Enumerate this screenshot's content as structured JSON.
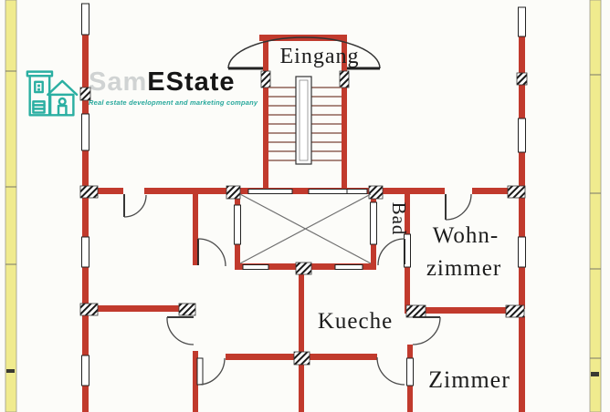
{
  "page": {
    "background": "#fcfcf9",
    "edge_strip_color": "#f0eb8e"
  },
  "logo": {
    "brand_gray": "Sam",
    "brand_black": "EState",
    "tagline": "Real estate development and marketing company",
    "accent_teal": "#2bafa2",
    "brand_gray_color": "#d0d3d3"
  },
  "plan": {
    "wall_color": "#c13a2d",
    "labels": {
      "entrance": "Eingang",
      "bath": "Bad",
      "living_line1": "Wohn-",
      "living_line2": "zimmer",
      "kitchen": "Kueche",
      "room": "Zimmer"
    }
  }
}
